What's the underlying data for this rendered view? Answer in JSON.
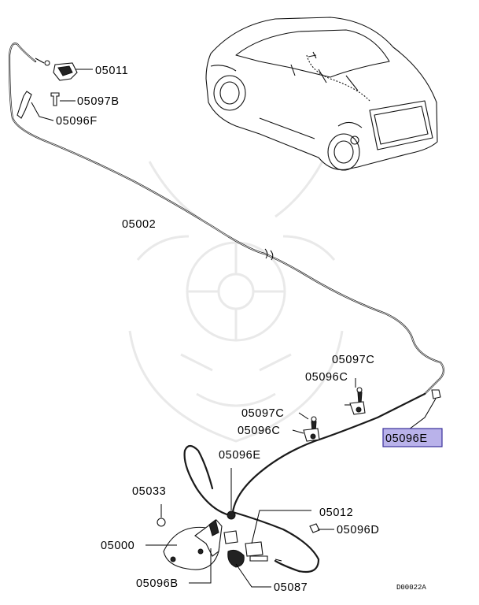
{
  "diagram_code": "D00022A",
  "labels": {
    "p05011": "05011",
    "p05097B": "05097B",
    "p05096F": "05096F",
    "p05002": "05002",
    "p05097C_a": "05097C",
    "p05096C_a": "05096C",
    "p05097C_b": "05097C",
    "p05096C_b": "05096C",
    "p05096E_selected": "05096E",
    "p05096E": "05096E",
    "p05033": "05033",
    "p05012": "05012",
    "p05096D": "05096D",
    "p05000": "05000",
    "p05096B": "05096B",
    "p05087": "05087"
  },
  "highlight_color": "#b9b2ea"
}
